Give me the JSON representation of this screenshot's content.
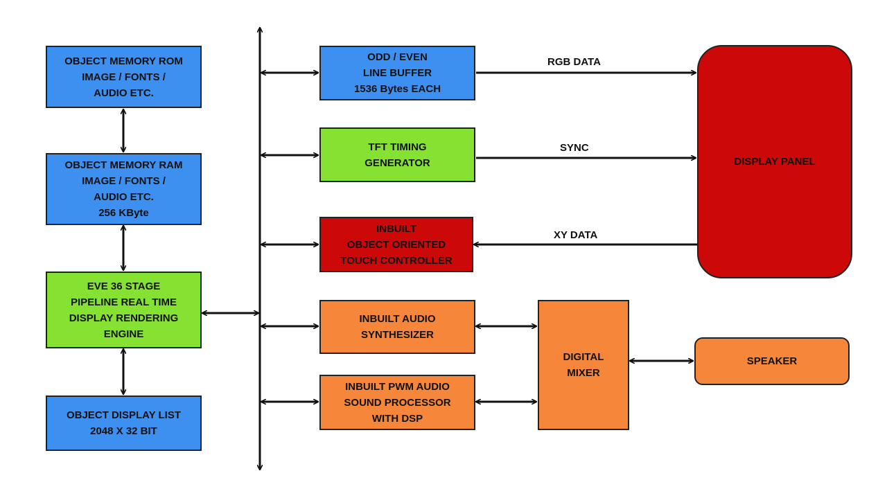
{
  "blocks": {
    "rom": {
      "lines": [
        "OBJECT MEMORY ROM",
        "IMAGE / FONTS /",
        "AUDIO ETC."
      ],
      "color": "#3d8ff0"
    },
    "ram": {
      "lines": [
        "OBJECT MEMORY RAM",
        "IMAGE / FONTS /",
        "AUDIO ETC.",
        "256 KByte"
      ],
      "color": "#3d8ff0"
    },
    "eve": {
      "lines": [
        "EVE 36 STAGE",
        "PIPELINE REAL TIME",
        "DISPLAY RENDERING",
        "ENGINE"
      ],
      "color": "#86e232"
    },
    "display_list": {
      "lines": [
        "OBJECT DISPLAY LIST",
        "2048 X 32 BIT"
      ],
      "color": "#3d8ff0"
    },
    "line_buffer": {
      "lines": [
        "ODD / EVEN",
        "LINE BUFFER",
        "1536 Bytes EACH"
      ],
      "color": "#3d8ff0"
    },
    "tft_timing": {
      "lines": [
        "TFT TIMING",
        "GENERATOR"
      ],
      "color": "#86e232"
    },
    "touch": {
      "lines": [
        "INBUILT",
        "OBJECT ORIENTED",
        "TOUCH CONTROLLER"
      ],
      "color": "#cc0808"
    },
    "audio_synth": {
      "lines": [
        "INBUILT AUDIO",
        "SYNTHESIZER"
      ],
      "color": "#f6873a"
    },
    "pwm_audio": {
      "lines": [
        "INBUILT PWM AUDIO",
        "SOUND PROCESSOR",
        "WITH DSP"
      ],
      "color": "#f6873a"
    },
    "mixer": {
      "lines": [
        "DIGITAL",
        "MIXER"
      ],
      "color": "#f6873a"
    },
    "speaker": {
      "lines": [
        "SPEAKER"
      ],
      "color": "#f6873a"
    },
    "display_panel": {
      "lines": [
        "DISPLAY PANEL"
      ],
      "color": "#cc0808"
    }
  },
  "signals": {
    "rgb": "RGB DATA",
    "sync": "SYNC",
    "xy": "XY DATA"
  }
}
